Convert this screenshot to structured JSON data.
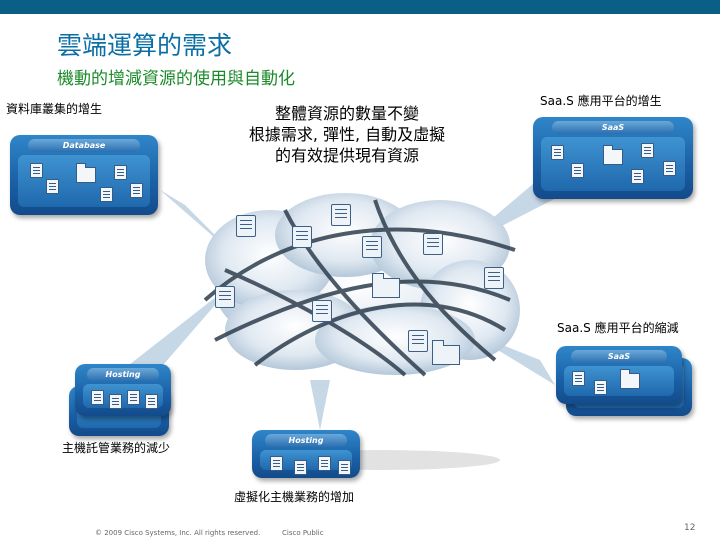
{
  "slide": {
    "title": "雲端運算的需求",
    "subtitle": "機動的增減資源的使用與自動化",
    "center_text": {
      "line1": "整體資源的數量不變",
      "line2": "根據需求, 彈性, 自動及虛擬",
      "line3": "的有效提供現有資源"
    },
    "labels": {
      "database_growth": "資料庫叢集的增生",
      "saas_growth": "Saa.S 應用平台的增生",
      "saas_shrink": "Saa.S 應用平台的縮減",
      "hosting_shrink": "主機託管業務的減少",
      "virtual_hosting_growth": "虛擬化主機業務的增加"
    },
    "panel_headers": {
      "database": "Database",
      "saas": "SaaS",
      "saas_small": "SaaS",
      "hosting_left": "Hosting",
      "hosting_bottom": "Hosting"
    },
    "footer": {
      "copyright": "© 2009 Cisco Systems, Inc. All rights reserved.",
      "classification": "Cisco Public",
      "page_number": "12"
    }
  },
  "colors": {
    "top_bar": "#0a5f86",
    "title": "#0b6fa6",
    "subtitle": "#1b8a2a",
    "panel_blue": "#1a5fa6"
  },
  "icons": [
    "server-icon",
    "folder-icon",
    "storage-icon",
    "shield-icon",
    "lock-icon",
    "cloud-icon"
  ]
}
